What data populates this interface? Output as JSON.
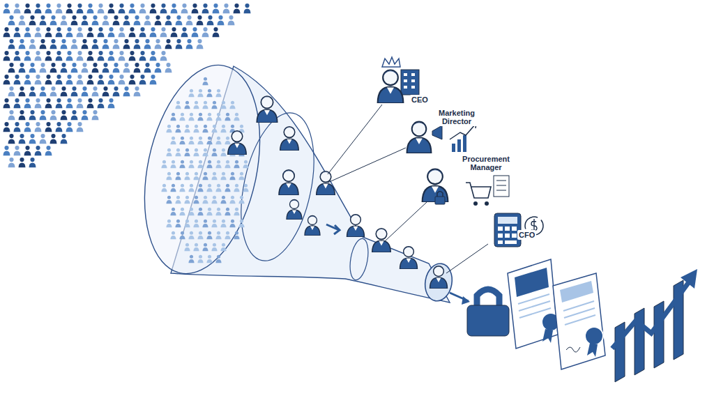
{
  "diagram": {
    "labels": [
      "CEO",
      "Marketing Director",
      "Procurement Manager",
      "CFO"
    ]
  }
}
